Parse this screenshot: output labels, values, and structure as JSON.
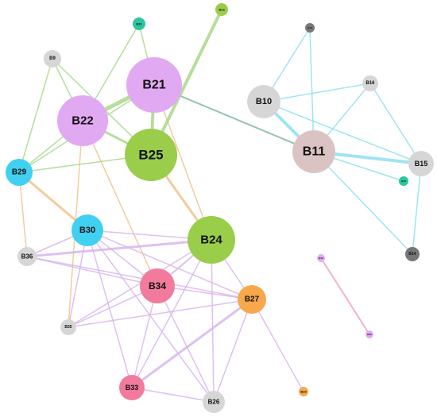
{
  "colors": {
    "purple": "#e2a9f3",
    "green": "#9acd4a",
    "cyan": "#3fd0f2",
    "pink": "#f17a9d",
    "orange": "#f7a84a",
    "gray": "#d6d6d6",
    "darkgray": "#777777",
    "rose": "#dcc3c3",
    "teal": "#2bc6a0",
    "edge_green": "#a9d98a",
    "edge_orange": "#f2c48d",
    "edge_purple": "#d8b6ee",
    "edge_cyan": "#8fe0f2",
    "edge_teal": "#7fb8a6",
    "edge_pink": "#f0a6bf"
  },
  "nodes": [
    {
      "id": "B21",
      "label": "B21",
      "color": "purple"
    },
    {
      "id": "B22",
      "label": "B22",
      "color": "purple"
    },
    {
      "id": "B25",
      "label": "B25",
      "color": "green"
    },
    {
      "id": "B24",
      "label": "B24",
      "color": "green"
    },
    {
      "id": "B23",
      "label": "B23",
      "color": "green"
    },
    {
      "id": "B29",
      "label": "B29",
      "color": "cyan"
    },
    {
      "id": "B30",
      "label": "B30",
      "color": "cyan"
    },
    {
      "id": "B34",
      "label": "B34",
      "color": "pink"
    },
    {
      "id": "B33",
      "label": "B33",
      "color": "pink"
    },
    {
      "id": "B27",
      "label": "B27",
      "color": "orange"
    },
    {
      "id": "B28",
      "label": "B28",
      "color": "orange"
    },
    {
      "id": "B36",
      "label": "B36",
      "color": "gray"
    },
    {
      "id": "B35",
      "label": "B35",
      "color": "gray"
    },
    {
      "id": "B26",
      "label": "B26",
      "color": "gray"
    },
    {
      "id": "B9",
      "label": "B9",
      "color": "gray"
    },
    {
      "id": "B31",
      "label": "B31",
      "color": "teal"
    },
    {
      "id": "B10",
      "label": "B10",
      "color": "gray"
    },
    {
      "id": "B11",
      "label": "B11",
      "color": "rose"
    },
    {
      "id": "B15",
      "label": "B15",
      "color": "gray"
    },
    {
      "id": "B16",
      "label": "B16",
      "color": "gray"
    },
    {
      "id": "B13",
      "label": "B13",
      "color": "teal"
    },
    {
      "id": "B14",
      "label": "B14",
      "color": "darkgray"
    },
    {
      "id": "B18",
      "label": "B18",
      "color": "darkgray"
    },
    {
      "id": "B19",
      "label": "B19",
      "color": "purple"
    },
    {
      "id": "B20",
      "label": "B20",
      "color": "purple"
    }
  ],
  "edges": [
    {
      "from": "B21",
      "to": "B22",
      "color": "edge_green",
      "weight": 5
    },
    {
      "from": "B21",
      "to": "B25",
      "color": "edge_green",
      "weight": 4
    },
    {
      "from": "B21",
      "to": "B11",
      "color": "edge_teal",
      "weight": 2
    },
    {
      "from": "B21",
      "to": "B31",
      "color": "edge_green",
      "weight": 1.5
    },
    {
      "from": "B21",
      "to": "B24",
      "color": "edge_orange",
      "weight": 1.5
    },
    {
      "from": "B21",
      "to": "B29",
      "color": "edge_green",
      "weight": 1.5
    },
    {
      "from": "B22",
      "to": "B25",
      "color": "edge_green",
      "weight": 3
    },
    {
      "from": "B22",
      "to": "B9",
      "color": "edge_green",
      "weight": 1.5
    },
    {
      "from": "B22",
      "to": "B29",
      "color": "edge_green",
      "weight": 1.5
    },
    {
      "from": "B22",
      "to": "B34",
      "color": "edge_orange",
      "weight": 1.5
    },
    {
      "from": "B22",
      "to": "B35",
      "color": "edge_orange",
      "weight": 1.5
    },
    {
      "from": "B22",
      "to": "B31",
      "color": "edge_green",
      "weight": 1.5
    },
    {
      "from": "B25",
      "to": "B23",
      "color": "edge_green",
      "weight": 4
    },
    {
      "from": "B25",
      "to": "B24",
      "color": "edge_orange",
      "weight": 3
    },
    {
      "from": "B25",
      "to": "B29",
      "color": "edge_green",
      "weight": 1.5
    },
    {
      "from": "B25",
      "to": "B9",
      "color": "edge_green",
      "weight": 1.5
    },
    {
      "from": "B29",
      "to": "B9",
      "color": "edge_green",
      "weight": 1.5
    },
    {
      "from": "B29",
      "to": "B30",
      "color": "edge_orange",
      "weight": 3
    },
    {
      "from": "B29",
      "to": "B36",
      "color": "edge_orange",
      "weight": 1.5
    },
    {
      "from": "B30",
      "to": "B24",
      "color": "edge_purple",
      "weight": 1.5
    },
    {
      "from": "B30",
      "to": "B34",
      "color": "edge_purple",
      "weight": 1.5
    },
    {
      "from": "B30",
      "to": "B27",
      "color": "edge_purple",
      "weight": 1.5
    },
    {
      "from": "B30",
      "to": "B33",
      "color": "edge_purple",
      "weight": 1.5
    },
    {
      "from": "B30",
      "to": "B26",
      "color": "edge_purple",
      "weight": 1.5
    },
    {
      "from": "B30",
      "to": "B36",
      "color": "edge_purple",
      "weight": 1.5
    },
    {
      "from": "B30",
      "to": "B35",
      "color": "edge_purple",
      "weight": 1.5
    },
    {
      "from": "B36",
      "to": "B24",
      "color": "edge_purple",
      "weight": 3
    },
    {
      "from": "B36",
      "to": "B34",
      "color": "edge_purple",
      "weight": 1.5
    },
    {
      "from": "B36",
      "to": "B27",
      "color": "edge_purple",
      "weight": 1.5
    },
    {
      "from": "B24",
      "to": "B34",
      "color": "edge_purple",
      "weight": 2
    },
    {
      "from": "B24",
      "to": "B27",
      "color": "edge_purple",
      "weight": 1.5
    },
    {
      "from": "B24",
      "to": "B33",
      "color": "edge_purple",
      "weight": 1.5
    },
    {
      "from": "B24",
      "to": "B26",
      "color": "edge_purple",
      "weight": 1.5
    },
    {
      "from": "B24",
      "to": "B35",
      "color": "edge_purple",
      "weight": 1.5
    },
    {
      "from": "B34",
      "to": "B27",
      "color": "edge_purple",
      "weight": 1.5
    },
    {
      "from": "B34",
      "to": "B33",
      "color": "edge_purple",
      "weight": 1.5
    },
    {
      "from": "B34",
      "to": "B26",
      "color": "edge_purple",
      "weight": 1.5
    },
    {
      "from": "B34",
      "to": "B35",
      "color": "edge_purple",
      "weight": 1.5
    },
    {
      "from": "B27",
      "to": "B33",
      "color": "edge_purple",
      "weight": 3
    },
    {
      "from": "B27",
      "to": "B26",
      "color": "edge_purple",
      "weight": 1.5
    },
    {
      "from": "B27",
      "to": "B28",
      "color": "edge_purple",
      "weight": 1.5
    },
    {
      "from": "B27",
      "to": "B35",
      "color": "edge_purple",
      "weight": 1.5
    },
    {
      "from": "B33",
      "to": "B26",
      "color": "edge_purple",
      "weight": 1.5
    },
    {
      "from": "B11",
      "to": "B10",
      "color": "edge_cyan",
      "weight": 4
    },
    {
      "from": "B11",
      "to": "B15",
      "color": "edge_cyan",
      "weight": 4
    },
    {
      "from": "B11",
      "to": "B16",
      "color": "edge_cyan",
      "weight": 1.5
    },
    {
      "from": "B11",
      "to": "B13",
      "color": "edge_cyan",
      "weight": 1.5
    },
    {
      "from": "B11",
      "to": "B14",
      "color": "edge_cyan",
      "weight": 1.5
    },
    {
      "from": "B11",
      "to": "B18",
      "color": "edge_cyan",
      "weight": 1.5
    },
    {
      "from": "B10",
      "to": "B16",
      "color": "edge_cyan",
      "weight": 1.5
    },
    {
      "from": "B10",
      "to": "B15",
      "color": "edge_cyan",
      "weight": 1.5
    },
    {
      "from": "B10",
      "to": "B18",
      "color": "edge_cyan",
      "weight": 1.5
    },
    {
      "from": "B16",
      "to": "B15",
      "color": "edge_cyan",
      "weight": 1.5
    },
    {
      "from": "B15",
      "to": "B14",
      "color": "edge_cyan",
      "weight": 1.5
    },
    {
      "from": "B19",
      "to": "B20",
      "color": "edge_pink",
      "weight": 2
    }
  ]
}
